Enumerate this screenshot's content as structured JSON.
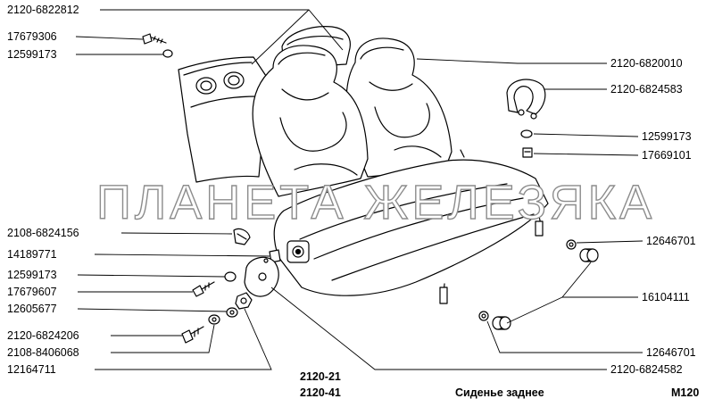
{
  "labels_left": [
    {
      "id": "l1",
      "text": "2120-6822812"
    },
    {
      "id": "l2",
      "text": "17679306"
    },
    {
      "id": "l3",
      "text": "12599173"
    },
    {
      "id": "l4",
      "text": "2108-6824156"
    },
    {
      "id": "l5",
      "text": "14189771"
    },
    {
      "id": "l6",
      "text": "12599173"
    },
    {
      "id": "l7",
      "text": "17679607"
    },
    {
      "id": "l8",
      "text": "12605677"
    },
    {
      "id": "l9",
      "text": "2120-6824206"
    },
    {
      "id": "l10",
      "text": "2108-8406068"
    },
    {
      "id": "l11",
      "text": "12164711"
    }
  ],
  "labels_right": [
    {
      "id": "r1",
      "text": "2120-6820010"
    },
    {
      "id": "r2",
      "text": "2120-6824583"
    },
    {
      "id": "r3",
      "text": "12599173"
    },
    {
      "id": "r4",
      "text": "17669101"
    },
    {
      "id": "r5",
      "text": "12646701"
    },
    {
      "id": "r6",
      "text": "16104111"
    },
    {
      "id": "r7",
      "text": "12646701"
    },
    {
      "id": "r8",
      "text": "2120-6824582"
    }
  ],
  "footer": {
    "models_line1": "2120-21",
    "models_line2": "2120-41",
    "caption": "Сиденье заднее",
    "code": "M120"
  },
  "watermark": "ПЛАНЕТА ЖЕЛЕЗЯКА"
}
